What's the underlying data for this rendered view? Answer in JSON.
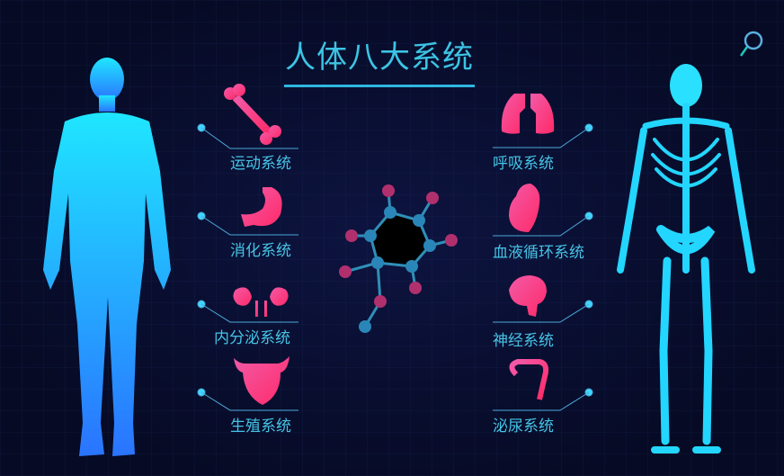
{
  "title": "人体八大系统",
  "left_systems": [
    {
      "label": "运动系统",
      "icon": "bone-icon"
    },
    {
      "label": "消化系统",
      "icon": "stomach-icon"
    },
    {
      "label": "内分泌系统",
      "icon": "kidneys-icon"
    },
    {
      "label": "生殖系统",
      "icon": "uterus-icon"
    }
  ],
  "right_systems": [
    {
      "label": "呼吸系统",
      "icon": "lungs-icon"
    },
    {
      "label": "血液循环系统",
      "icon": "heart-icon"
    },
    {
      "label": "神经系统",
      "icon": "brain-icon"
    },
    {
      "label": "泌尿系统",
      "icon": "intestine-icon"
    }
  ],
  "colors": {
    "accent": "#3cc4e4",
    "icon_pink": "#ff3d84",
    "background": "#070b28"
  }
}
